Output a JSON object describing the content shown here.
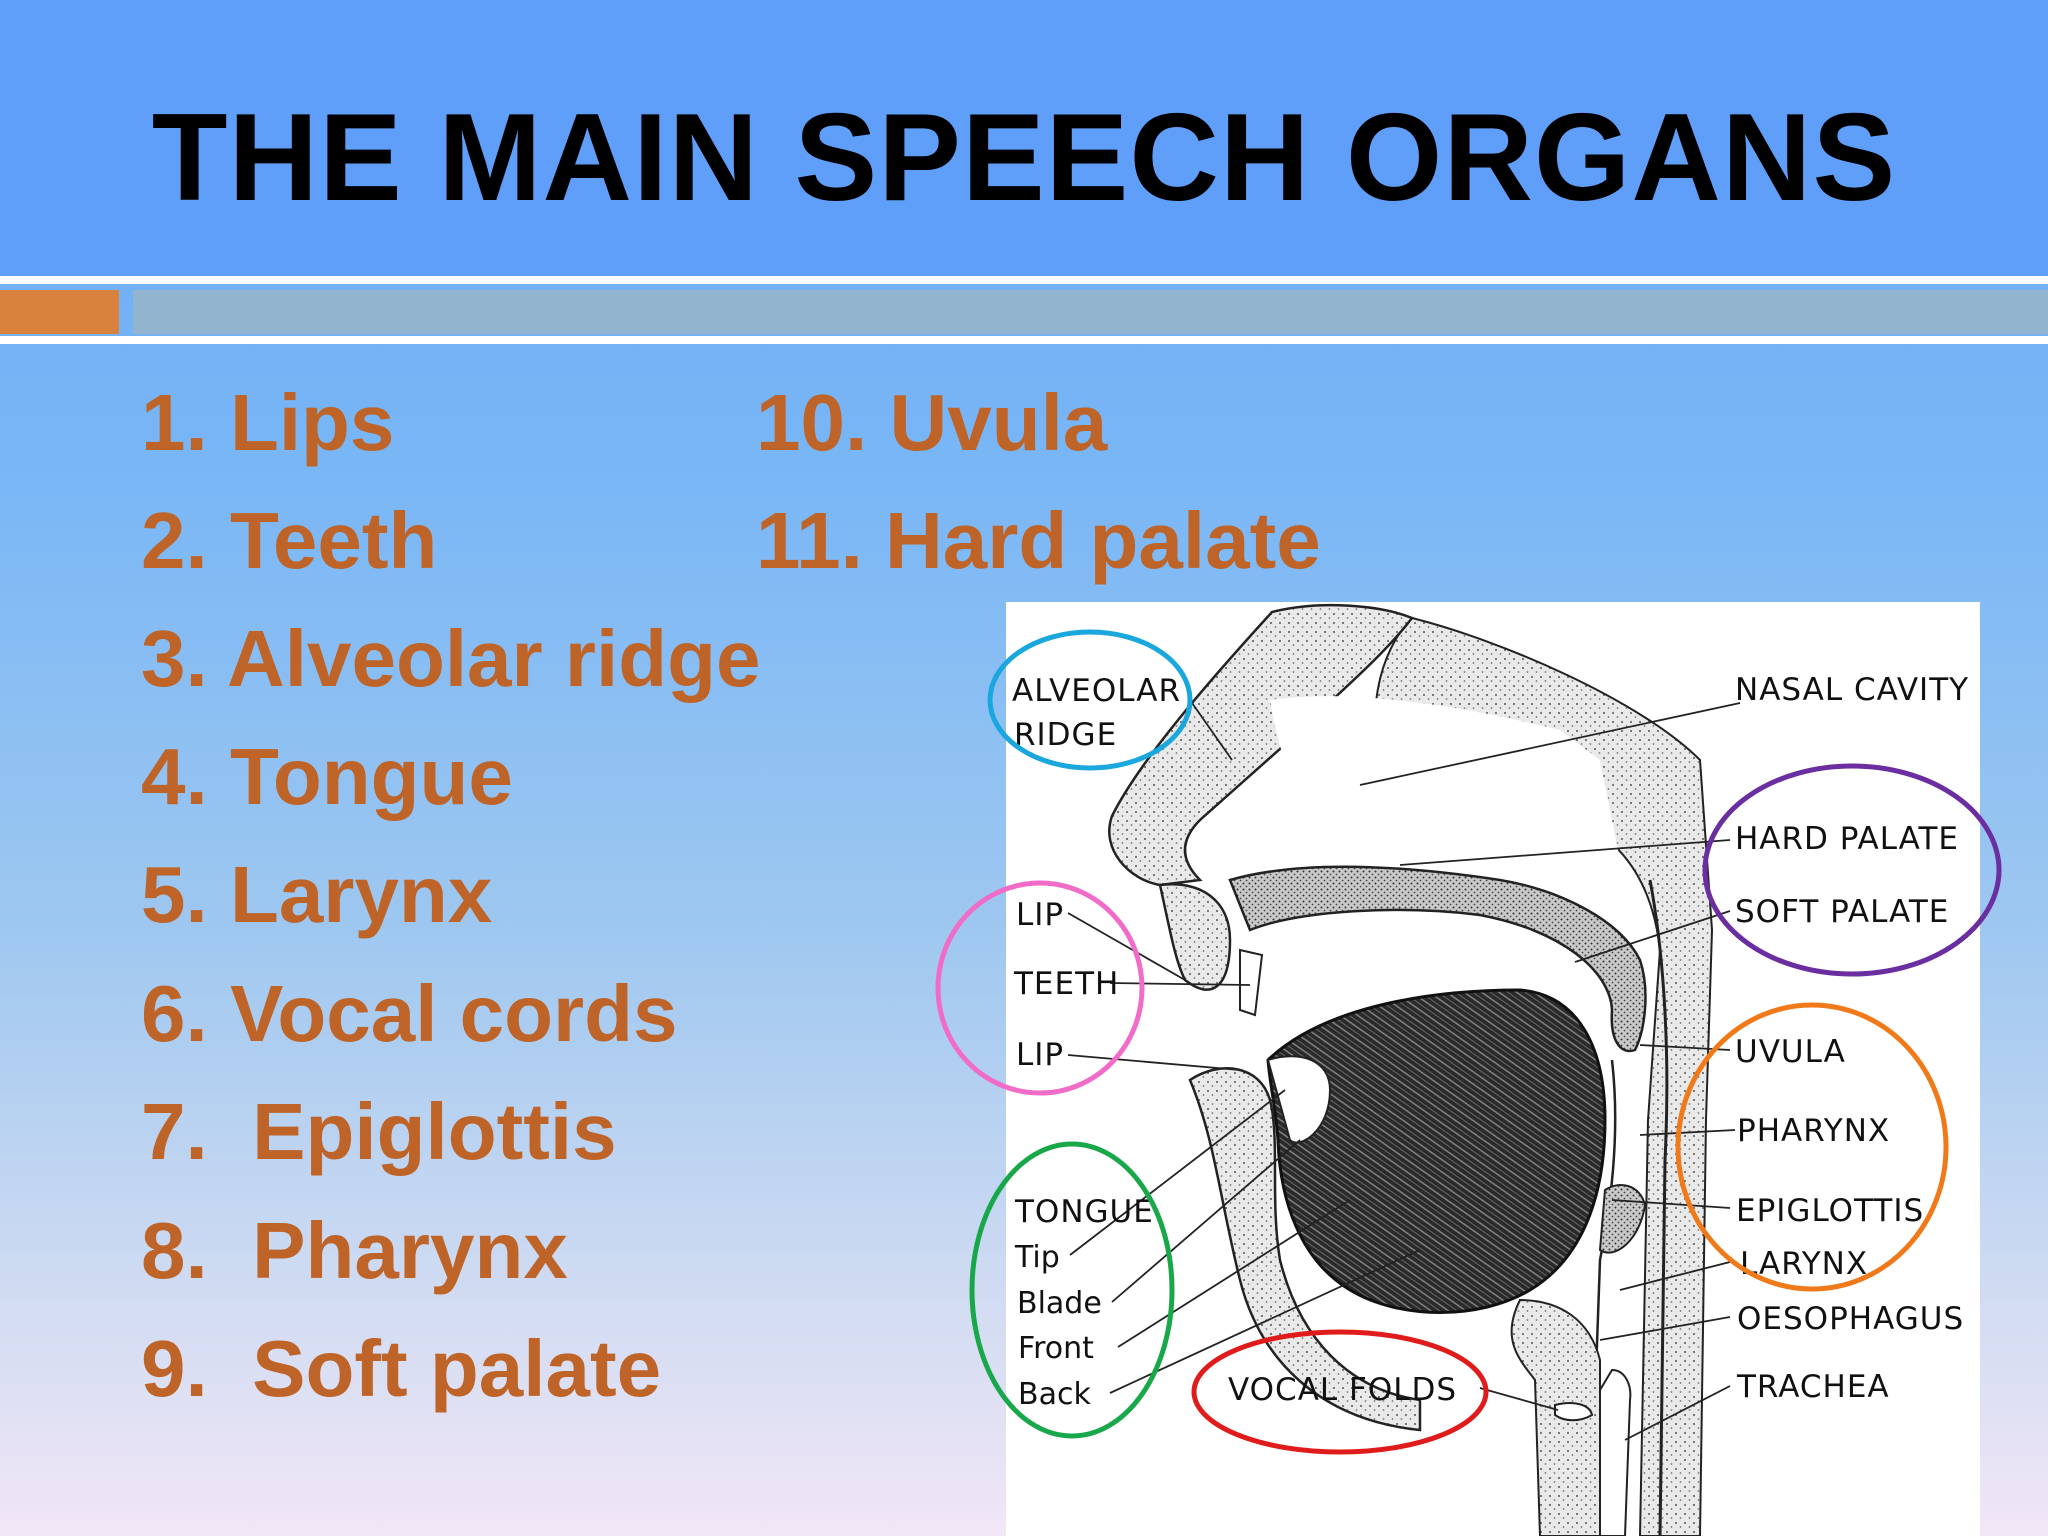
{
  "slide": {
    "title": "THE MAIN SPEECH ORGANS"
  },
  "list": {
    "left": [
      "1. Lips",
      "2. Teeth",
      "3. Alveolar ridge",
      "4. Tongue",
      "5. Larynx",
      "6. Vocal cords",
      "7.  Epiglottis",
      "8.  Pharynx",
      "9.  Soft palate"
    ],
    "right": [
      "10. Uvula",
      "11. Hard palate"
    ]
  },
  "diagram": {
    "labels": {
      "alveolar": "ALVEOLAR",
      "ridge": "RIDGE",
      "nasal_cavity": "NASAL CAVITY",
      "hard_palate": "HARD PALATE",
      "soft_palate": "SOFT PALATE",
      "lip_top": "LIP",
      "teeth": "TEETH",
      "lip_bottom": "LIP",
      "uvula": "UVULA",
      "pharynx": "PHARYNX",
      "tongue": "TONGUE",
      "tip": "Tip",
      "blade": "Blade",
      "front": "Front",
      "back": "Back",
      "epiglottis": "EPIGLOTTIS",
      "larynx": "LARYNX",
      "oesophagus": "OESOPHAGUS",
      "vocal_folds": "VOCAL FOLDS",
      "trachea": "TRACHEA"
    },
    "highlight_colors": {
      "alveolar": "#1aa7dd",
      "lips_teeth": "#f06cc8",
      "tongue": "#18a84a",
      "vocal_folds": "#e01b1b",
      "palate": "#6a2ea0",
      "pharynx_group": "#f07a1a"
    }
  },
  "colors": {
    "title_bar": "#5f9ffa",
    "title_text": "#000000",
    "list_text": "#bf6428",
    "accent_orange": "#d9823e",
    "accent_blue": "#93b4cf"
  }
}
